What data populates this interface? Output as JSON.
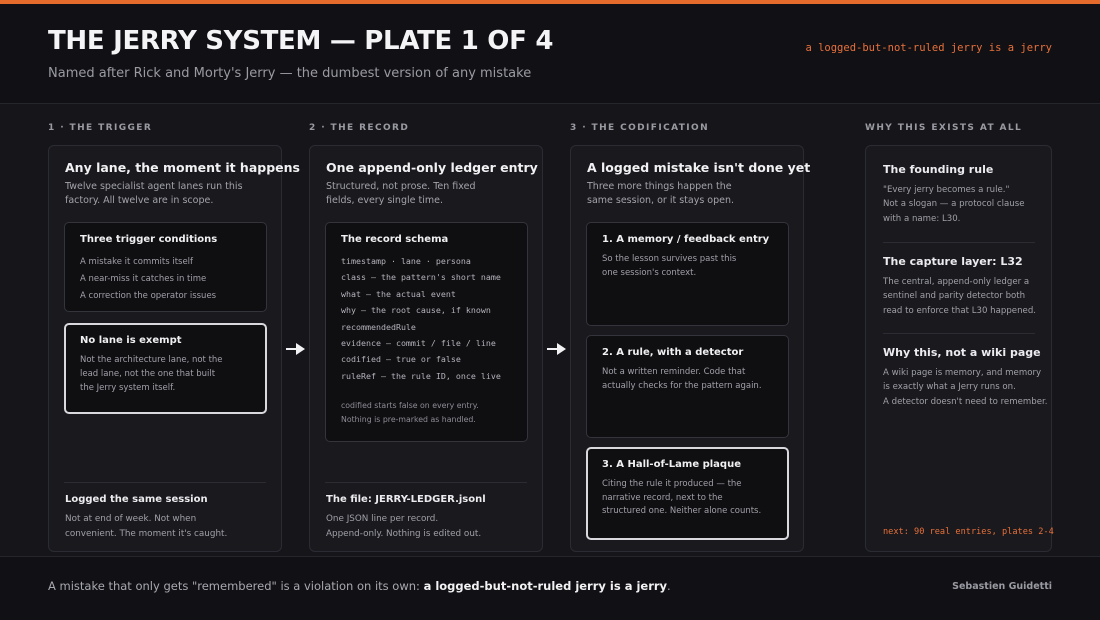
{
  "header": {
    "title": "THE JERRY SYSTEM — PLATE 1 OF 4",
    "subtitle": "Named after Rick and Morty's Jerry — the dumbest version of any mistake",
    "tagline": "a logged-but-not-ruled jerry is a jerry"
  },
  "columns": [
    {
      "heading": "1 · THE TRIGGER",
      "title": "Any lane, the moment it happens",
      "subtitle": [
        "Twelve specialist agent lanes run this",
        "factory. All twelve are in scope."
      ],
      "cards": [
        {
          "title": "Three trigger conditions",
          "lines": [
            "A mistake it commits itself",
            "A near-miss it catches in time",
            "A correction the operator issues"
          ]
        },
        {
          "title": "No lane is exempt",
          "lines": [
            "Not the architecture lane, not the",
            "lead lane, not the one that built",
            "the Jerry system itself."
          ]
        }
      ],
      "footer_title": "Logged the same session",
      "footer_body": [
        "Not at end of week. Not when",
        "convenient. The moment it's caught."
      ]
    },
    {
      "heading": "2 · THE RECORD",
      "title": "One append-only ledger entry",
      "subtitle": [
        "Structured, not prose. Ten fixed",
        "fields, every single time."
      ],
      "schema": {
        "title": "The record schema",
        "fields": [
          "timestamp · lane · persona",
          "class — the pattern's short name",
          "what — the actual event",
          "why — the root cause, if known",
          "recommendedRule",
          "evidence — commit / file / line",
          "codified — true or false",
          "ruleRef — the rule ID, once live"
        ],
        "note": [
          "codified starts false on every entry.",
          "Nothing is pre-marked as handled."
        ]
      },
      "footer_title": "The file: JERRY-LEDGER.jsonl",
      "footer_body": [
        "One JSON line per record.",
        "Append-only. Nothing is edited out."
      ]
    },
    {
      "heading": "3 · THE CODIFICATION",
      "title": "A logged mistake isn't done yet",
      "subtitle": [
        "Three more things happen the",
        "same session, or it stays open."
      ],
      "cards": [
        {
          "title": "1. A memory / feedback entry",
          "lines": [
            "So the lesson survives past this",
            "one session's context."
          ]
        },
        {
          "title": "2. A rule, with a detector",
          "lines": [
            "Not a written reminder. Code that",
            "actually checks for the pattern again."
          ]
        },
        {
          "title": "3. A Hall-of-Lame plaque",
          "lines": [
            "Citing the rule it produced — the",
            "narrative record, next to the",
            "structured one. Neither alone counts."
          ]
        }
      ]
    }
  ],
  "side": {
    "heading": "WHY THIS EXISTS AT ALL",
    "sections": [
      {
        "title": "The founding rule",
        "lines": [
          "\"Every jerry becomes a rule.\"",
          "Not a slogan — a protocol clause",
          "with a name: L30."
        ]
      },
      {
        "title": "The capture layer: L32",
        "lines": [
          "The central, append-only ledger a",
          "sentinel and parity detector both",
          "read to enforce that L30 happened."
        ]
      },
      {
        "title": "Why this, not a wiki page",
        "lines": [
          "A wiki page is memory, and memory",
          "is exactly what a Jerry runs on.",
          "A detector doesn't need to remember."
        ]
      }
    ],
    "next": "next: 90 real entries, plates 2-4"
  },
  "footer": {
    "text_prefix": "A mistake that only gets \"remembered\" is a violation on its own: ",
    "text_bold": "a logged-but-not-ruled jerry is a jerry",
    "text_suffix": ".",
    "author": "Sebastien Guidetti"
  },
  "colors": {
    "accent": "#e56b2c",
    "background": "#16161a",
    "panel": "#19191e",
    "card": "#0f0f12",
    "highlight_border": "#d9d9dd"
  },
  "icons": [
    "arrow-right-icon"
  ]
}
